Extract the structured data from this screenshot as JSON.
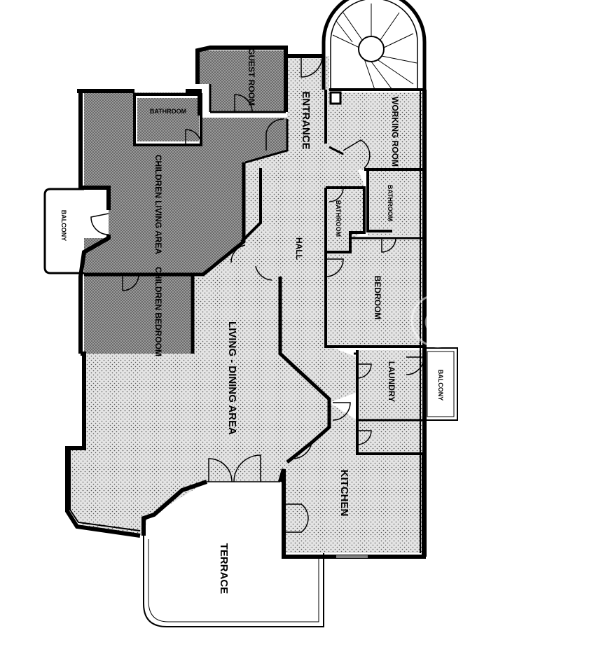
{
  "colors": {
    "wall": "#000000",
    "floor": "#d9d9d9",
    "children_floor": "#a6a6a6",
    "background": "#ffffff",
    "stipple": "#555555"
  },
  "rooms": {
    "guest_room": "GUEST ROOM",
    "entrance": "ENTRANCE",
    "working_room": "WORKING ROOM",
    "bathroom_guest": "BATHROOM",
    "children_living": "CHILDREN LIVING AREA",
    "balcony_west": "BALCONY",
    "bathroom_east": "BATHROOM",
    "bathroom_hall": "BATHROOM",
    "hall": "HALL",
    "bedroom": "BEDROOM",
    "children_bedroom": "CHILDREN BEDROOM",
    "living_dining": "LIVING - DINING AREA",
    "laundry": "LAUNDRY",
    "balcony_east": "BALCONY",
    "kitchen": "KITCHEN",
    "terrace": "TERRACE"
  },
  "watermark": "©"
}
